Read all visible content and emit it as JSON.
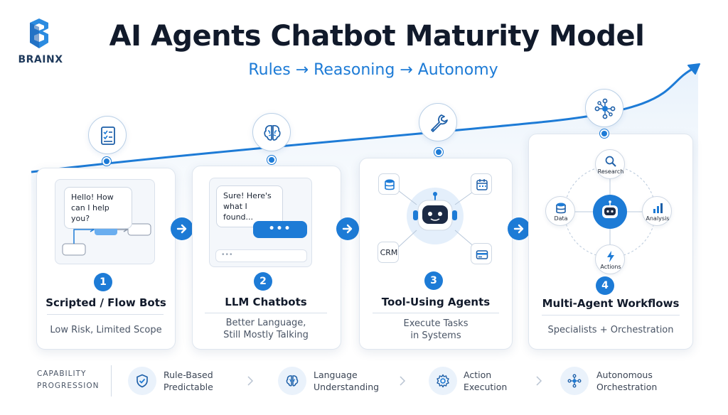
{
  "brand": {
    "name": "BRAINX"
  },
  "title": "AI Agents Chatbot Maturity Model",
  "subtitle": "Rules → Reasoning → Autonomy",
  "stages": [
    {
      "number": "1",
      "title": "Scripted / Flow Bots",
      "description_lines": [
        "Low Risk, Limited Scope"
      ],
      "icon": "checklist-icon",
      "illustration": {
        "bubble_lines": [
          "Hello! How",
          "can I help you?"
        ]
      }
    },
    {
      "number": "2",
      "title": "LLM Chatbots",
      "description_lines": [
        "Better Language,",
        "Still Mostly Talking"
      ],
      "icon": "brain-icon",
      "illustration": {
        "bubble_lines": [
          "Sure! Here's",
          "what I found..."
        ],
        "reply_dots": "•••"
      }
    },
    {
      "number": "3",
      "title": "Tool-Using Agents",
      "description_lines": [
        "Execute Tasks",
        "in Systems"
      ],
      "icon": "wrench-icon",
      "illustration": {
        "tool_label": "CRM"
      }
    },
    {
      "number": "4",
      "title": "Multi-Agent Workflows",
      "description_lines": [
        "Specialists + Orchestration"
      ],
      "icon": "network-icon",
      "illustration": {
        "nodes": [
          "Research",
          "Analysis",
          "Actions",
          "Data"
        ]
      }
    }
  ],
  "capability": {
    "heading_lines": [
      "CAPABILITY",
      "PROGRESSION"
    ],
    "items": [
      {
        "lines": [
          "Rule-Based",
          "Predictable"
        ],
        "icon": "shield-check-icon"
      },
      {
        "lines": [
          "Language",
          "Understanding"
        ],
        "icon": "brain-icon"
      },
      {
        "lines": [
          "Action",
          "Execution"
        ],
        "icon": "gear-icon"
      },
      {
        "lines": [
          "Autonomous",
          "Orchestration"
        ],
        "icon": "network-icon"
      }
    ]
  },
  "colors": {
    "accent": "#1d7bd6",
    "title": "#111a2b",
    "text": "#4a5566",
    "card_border": "#dfe6ef"
  }
}
